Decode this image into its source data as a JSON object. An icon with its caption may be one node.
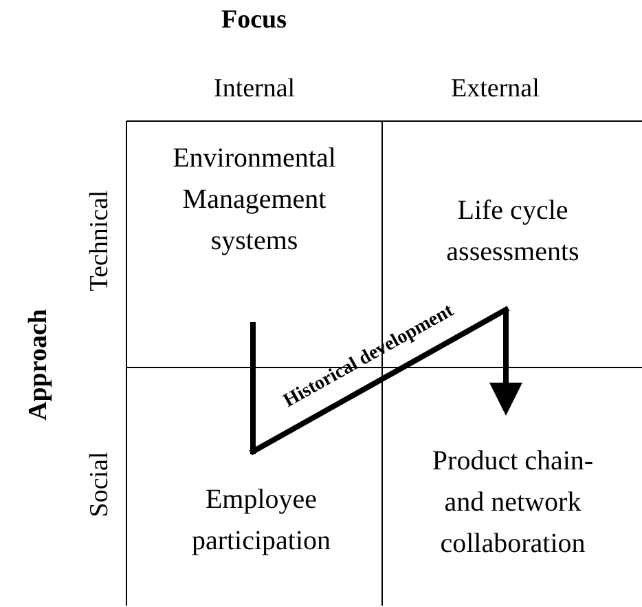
{
  "diagram": {
    "nodes": [
      {
        "text": [
          "Environmental Management systems"
        ]
      },
      {
        "text": [
          "Life cycle assessments"
        ]
      },
      {
        "text": [
          "Employee participation"
        ]
      },
      {
        "text": [
          "Product chain- and network collaboration"
        ]
      }
    ],
    "edges": [
      {
        "from": 0,
        "to": 2,
        "arrow": "none"
      },
      {
        "from": 2,
        "to": 1,
        "arrow": "none",
        "label": "Historical development"
      },
      {
        "from": 1,
        "to": 3,
        "arrow": "to"
      }
    ],
    "labels": [
      "Focus",
      "Internal",
      "External",
      "Approach",
      "Technical",
      "Social"
    ]
  }
}
